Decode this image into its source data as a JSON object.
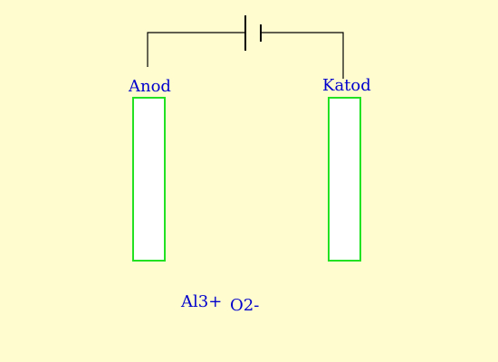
{
  "colors": {
    "background": "#fffdd0",
    "electrode_fill": "#ffffff",
    "electrode_border": "#22e022",
    "wire": "#000000",
    "text": "#0000cc"
  },
  "electrodes": {
    "anode_label": "Anod",
    "cathode_label": "Katod"
  },
  "ions": {
    "cation": "Al3+",
    "anion": "O2-"
  }
}
